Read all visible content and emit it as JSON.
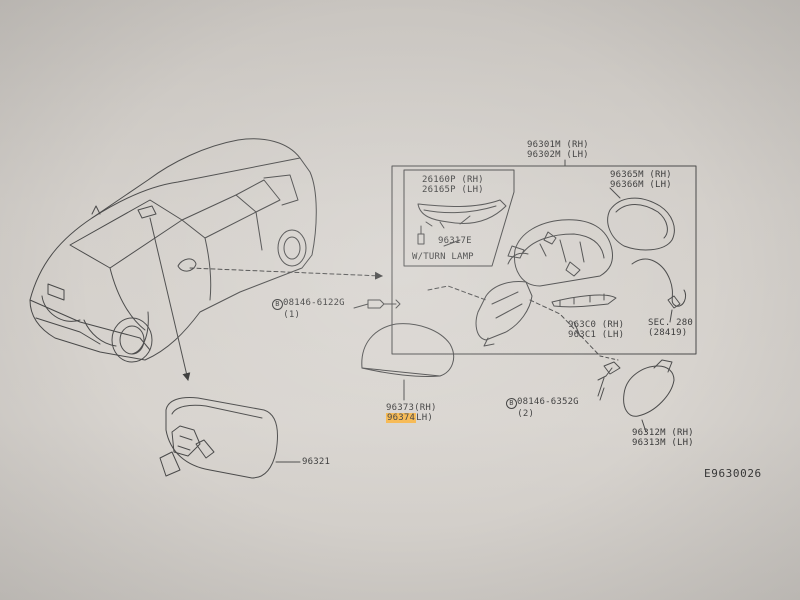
{
  "diagram_code": "E9630026",
  "parts": {
    "door_mirror_assy": {
      "rh": "96301M (RH)",
      "lh": "96302M (LH)"
    },
    "turn_lamp": {
      "rh": "26160P (RH)",
      "lh": "26165P (LH)"
    },
    "turn_lamp_socket": "96317E",
    "turn_lamp_note": "W/TURN LAMP",
    "mirror_glass": {
      "rh": "96365M (RH)",
      "lh": "96366M (LH)"
    },
    "screw_upper": {
      "code": "08146-6122G",
      "qty": "(1)",
      "symbol": "B"
    },
    "screw_lower": {
      "code": "08146-6352G",
      "qty": "(2)",
      "symbol": "B"
    },
    "mirror_cover": {
      "rh": "96373(RH)",
      "lh_prefix": "96374",
      "lh_suffix": "LH)"
    },
    "base_trim": {
      "rh": "963C0 (RH)",
      "lh": "963C1 (LH)"
    },
    "harness_section": {
      "sec": "SEC. 280",
      "ref": "(28419)"
    },
    "corner_finisher": {
      "rh": "96312M (RH)",
      "lh": "96313M (LH)"
    },
    "inside_mirror": "96321"
  },
  "colors": {
    "ink": "#3a3a3a",
    "highlight": "#f6b64a",
    "paper": "#d4d0cb"
  }
}
